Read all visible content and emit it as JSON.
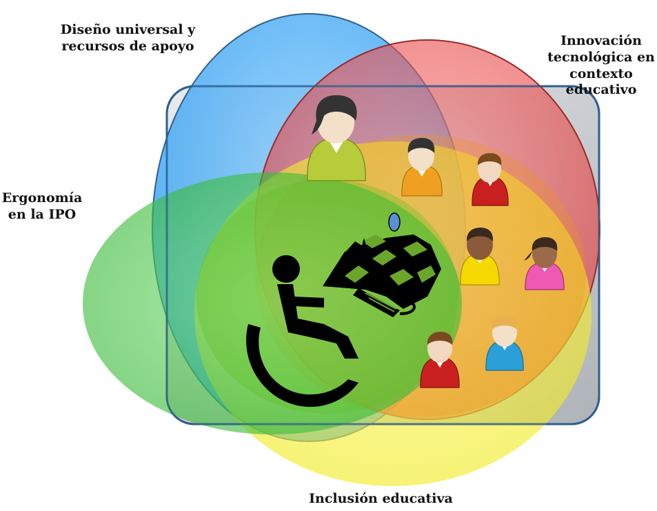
{
  "colors": {
    "blue": "#3fa9f5",
    "red": "#ee3a3a",
    "green": "#3cbf3c",
    "yellow": "#f2ef2a",
    "orange": "#f09a2a",
    "frame_stroke": "#2f5f8f",
    "frame_fill": "#bfc3c8",
    "center_green": "#5aa51e",
    "icon_black": "#000000"
  },
  "labels": {
    "universal_design": [
      "Diseño universal y",
      "recursos de apoyo"
    ],
    "tech_innovation": [
      "Innovación",
      "tecnológica en",
      "contexto",
      "educativo"
    ],
    "ergonomics": [
      "Ergonomía",
      "en la IPO"
    ],
    "inclusion": "Inclusión educativa"
  },
  "icons": {
    "wheelchair": "wheelchair-user-icon",
    "computer": "computer-workstation-icon",
    "people": [
      {
        "name": "person-woman-large-icon",
        "shirt": "#b6cc3a",
        "hair": "#3a3a3a"
      },
      {
        "name": "person-boy-orange-icon",
        "shirt": "#f0a020",
        "hair": "#3a3a3a"
      },
      {
        "name": "person-man-red-icon",
        "shirt": "#c8201e",
        "hair": "#7a4a1e"
      },
      {
        "name": "person-dark-yellow-icon",
        "shirt": "#f5d800",
        "hair": "#3a2a1e"
      },
      {
        "name": "person-woman-pink-icon",
        "shirt": "#ef58b3",
        "hair": "#3a2a1e"
      },
      {
        "name": "person-man-red-2-icon",
        "shirt": "#c8201e",
        "hair": "#7a4a1e"
      },
      {
        "name": "person-blonde-blue-icon",
        "shirt": "#2a9fd8",
        "hair": "#e8b050"
      }
    ]
  }
}
